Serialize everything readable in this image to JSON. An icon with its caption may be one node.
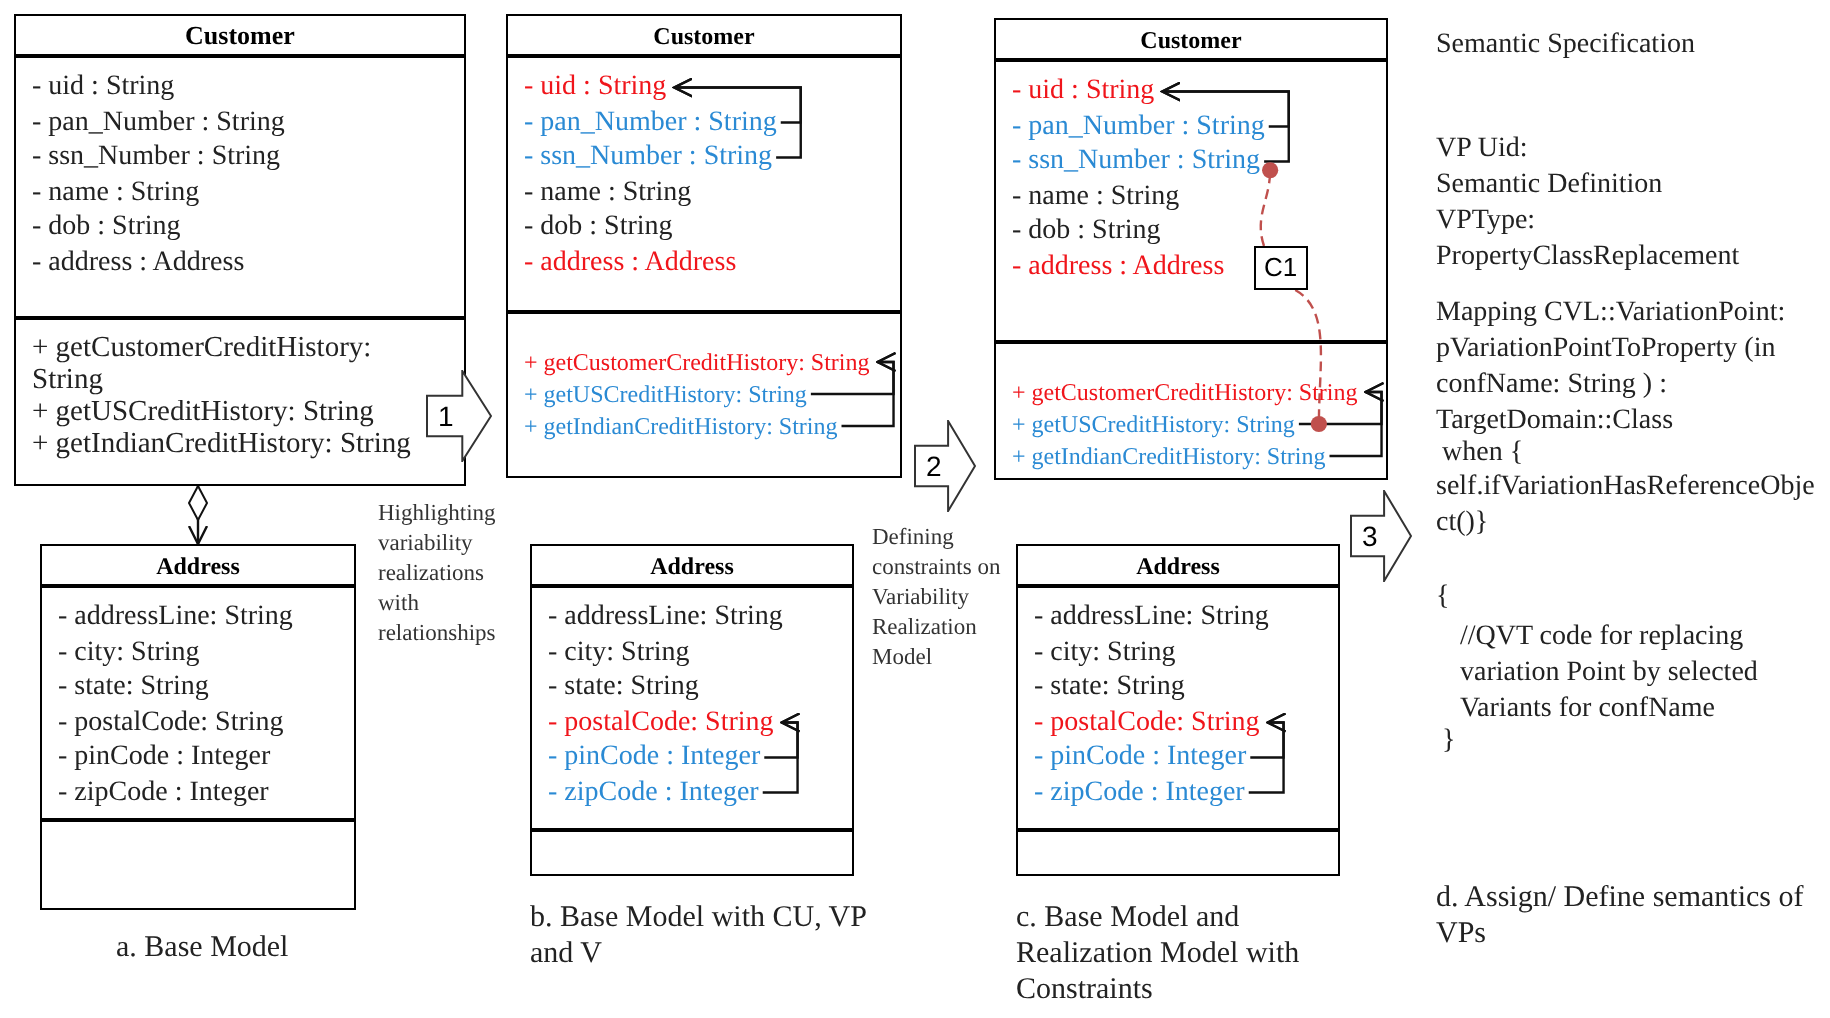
{
  "diagram": {
    "nodes": [
      {
        "text": [
          "Customer"
        ]
      },
      {
        "text": [
          "- uid : String"
        ],
        "in": 0
      },
      {
        "text": [
          "- pan_Number : String"
        ],
        "in": 0
      },
      {
        "text": [
          "- ssn_Number : String"
        ],
        "in": 0
      },
      {
        "text": [
          "- name : String"
        ],
        "in": 0
      },
      {
        "text": [
          "- dob : String"
        ],
        "in": 0
      },
      {
        "text": [
          "- address : Address"
        ],
        "in": 0
      },
      {
        "text": [
          "+ getCustomerCreditHistory: String"
        ],
        "in": 0
      },
      {
        "text": [
          "+ getUSCreditHistory: String"
        ],
        "in": 0
      },
      {
        "text": [
          "+ getIndianCreditHistory: String"
        ],
        "in": 0
      },
      {
        "text": [
          "Address"
        ]
      },
      {
        "text": [
          "- addressLine: String"
        ],
        "in": 10
      },
      {
        "text": [
          "- city: String"
        ],
        "in": 10
      },
      {
        "text": [
          "- state: String"
        ],
        "in": 10
      },
      {
        "text": [
          "- postalCode: String"
        ],
        "in": 10
      },
      {
        "text": [
          "- pinCode : Integer"
        ],
        "in": 10
      },
      {
        "text": [
          "- zipCode : Integer"
        ],
        "in": 10
      },
      {
        "text": [
          "Customer"
        ]
      },
      {
        "text": [
          "- uid : String"
        ],
        "in": 17
      },
      {
        "text": [
          "- pan_Number : String"
        ],
        "in": 17
      },
      {
        "text": [
          "- ssn_Number : String"
        ],
        "in": 17
      },
      {
        "text": [
          "- name : String"
        ],
        "in": 17
      },
      {
        "text": [
          "- dob : String"
        ],
        "in": 17
      },
      {
        "text": [
          "- address : Address"
        ],
        "in": 17
      },
      {
        "text": [
          "+ getCustomerCreditHistory: String"
        ],
        "in": 17
      },
      {
        "text": [
          "+ getUSCreditHistory: String"
        ],
        "in": 17
      },
      {
        "text": [
          "+ getIndianCreditHistory: String"
        ],
        "in": 17
      },
      {
        "text": [
          "Address"
        ]
      },
      {
        "text": [
          "- addressLine: String"
        ],
        "in": 27
      },
      {
        "text": [
          "- city: String"
        ],
        "in": 27
      },
      {
        "text": [
          "- state: String"
        ],
        "in": 27
      },
      {
        "text": [
          "- postalCode: String"
        ],
        "in": 27
      },
      {
        "text": [
          "- pinCode : Integer"
        ],
        "in": 27
      },
      {
        "text": [
          "- zipCode : Integer"
        ],
        "in": 27
      },
      {
        "text": [
          "Customer"
        ]
      },
      {
        "text": [
          "- uid : String"
        ],
        "in": 34
      },
      {
        "text": [
          "- pan_Number : String"
        ],
        "in": 34
      },
      {
        "text": [
          "- ssn_Number : String"
        ],
        "in": 34
      },
      {
        "text": [
          "- name : String"
        ],
        "in": 34
      },
      {
        "text": [
          "- dob : String"
        ],
        "in": 34
      },
      {
        "text": [
          "- address : Address"
        ],
        "in": 34
      },
      {
        "text": [
          "+ getCustomerCreditHistory: String"
        ],
        "in": 34
      },
      {
        "text": [
          "+ getUSCreditHistory: String"
        ],
        "in": 34
      },
      {
        "text": [
          "+ getIndianCreditHistory: String"
        ],
        "in": 34
      },
      {
        "text": [
          "Address"
        ]
      },
      {
        "text": [
          "- addressLine: String"
        ],
        "in": 44
      },
      {
        "text": [
          "- city: String"
        ],
        "in": 44
      },
      {
        "text": [
          "- state: String"
        ],
        "in": 44
      },
      {
        "text": [
          "- postalCode: String"
        ],
        "in": 44
      },
      {
        "text": [
          "- pinCode : Integer"
        ],
        "in": 44
      },
      {
        "text": [
          "- zipCode : Integer"
        ],
        "in": 44
      },
      {
        "text": [
          "C1"
        ],
        "in": 34
      },
      {
        "text": [
          "1"
        ],
        "beside": [
          "Highlighting variability realizations with relationships"
        ]
      },
      {
        "text": [
          "2"
        ],
        "beside": [
          "Defining constraints on Variability Realization Model"
        ]
      },
      {
        "text": [
          "3"
        ]
      }
    ],
    "edges": [
      {
        "from": 0,
        "to": 10,
        "arrow": "to"
      },
      {
        "from": 19,
        "to": 18,
        "arrow": "to"
      },
      {
        "from": 20,
        "to": 18,
        "arrow": "to"
      },
      {
        "from": 25,
        "to": 24,
        "arrow": "to"
      },
      {
        "from": 26,
        "to": 24,
        "arrow": "to"
      },
      {
        "from": 32,
        "to": 31,
        "arrow": "to"
      },
      {
        "from": 33,
        "to": 31,
        "arrow": "to"
      },
      {
        "from": 36,
        "to": 35,
        "arrow": "to"
      },
      {
        "from": 37,
        "to": 35,
        "arrow": "to"
      },
      {
        "from": 42,
        "to": 41,
        "arrow": "to"
      },
      {
        "from": 43,
        "to": 41,
        "arrow": "to"
      },
      {
        "from": 49,
        "to": 48,
        "arrow": "to"
      },
      {
        "from": 50,
        "to": 48,
        "arrow": "to"
      },
      {
        "from": 51,
        "to": 37,
        "arrow": "other",
        "style": "dashed",
        "color": "#c0504d"
      },
      {
        "from": 51,
        "to": 42,
        "arrow": "other",
        "style": "dashed",
        "color": "#c0504d"
      }
    ],
    "labels": [
      "a. Base Model",
      "b. Base Model with CU, VP and V",
      "c. Base Model and Realization Model with Constraints",
      "Semantic Specification",
      "VP Uid:",
      "Semantic Definition",
      "VPType: PropertyClassReplacement",
      "Mapping CVL::VariationPoint: pVariationPointToProperty (in confName: String ) : TargetDomain::Class",
      "when {",
      "self.ifVariationHasReferenceObject()}",
      "{",
      "//QVT code for replacing variation Point by selected Variants for confName",
      "}",
      "d. Assign/ Define semantics of VPs"
    ]
  }
}
